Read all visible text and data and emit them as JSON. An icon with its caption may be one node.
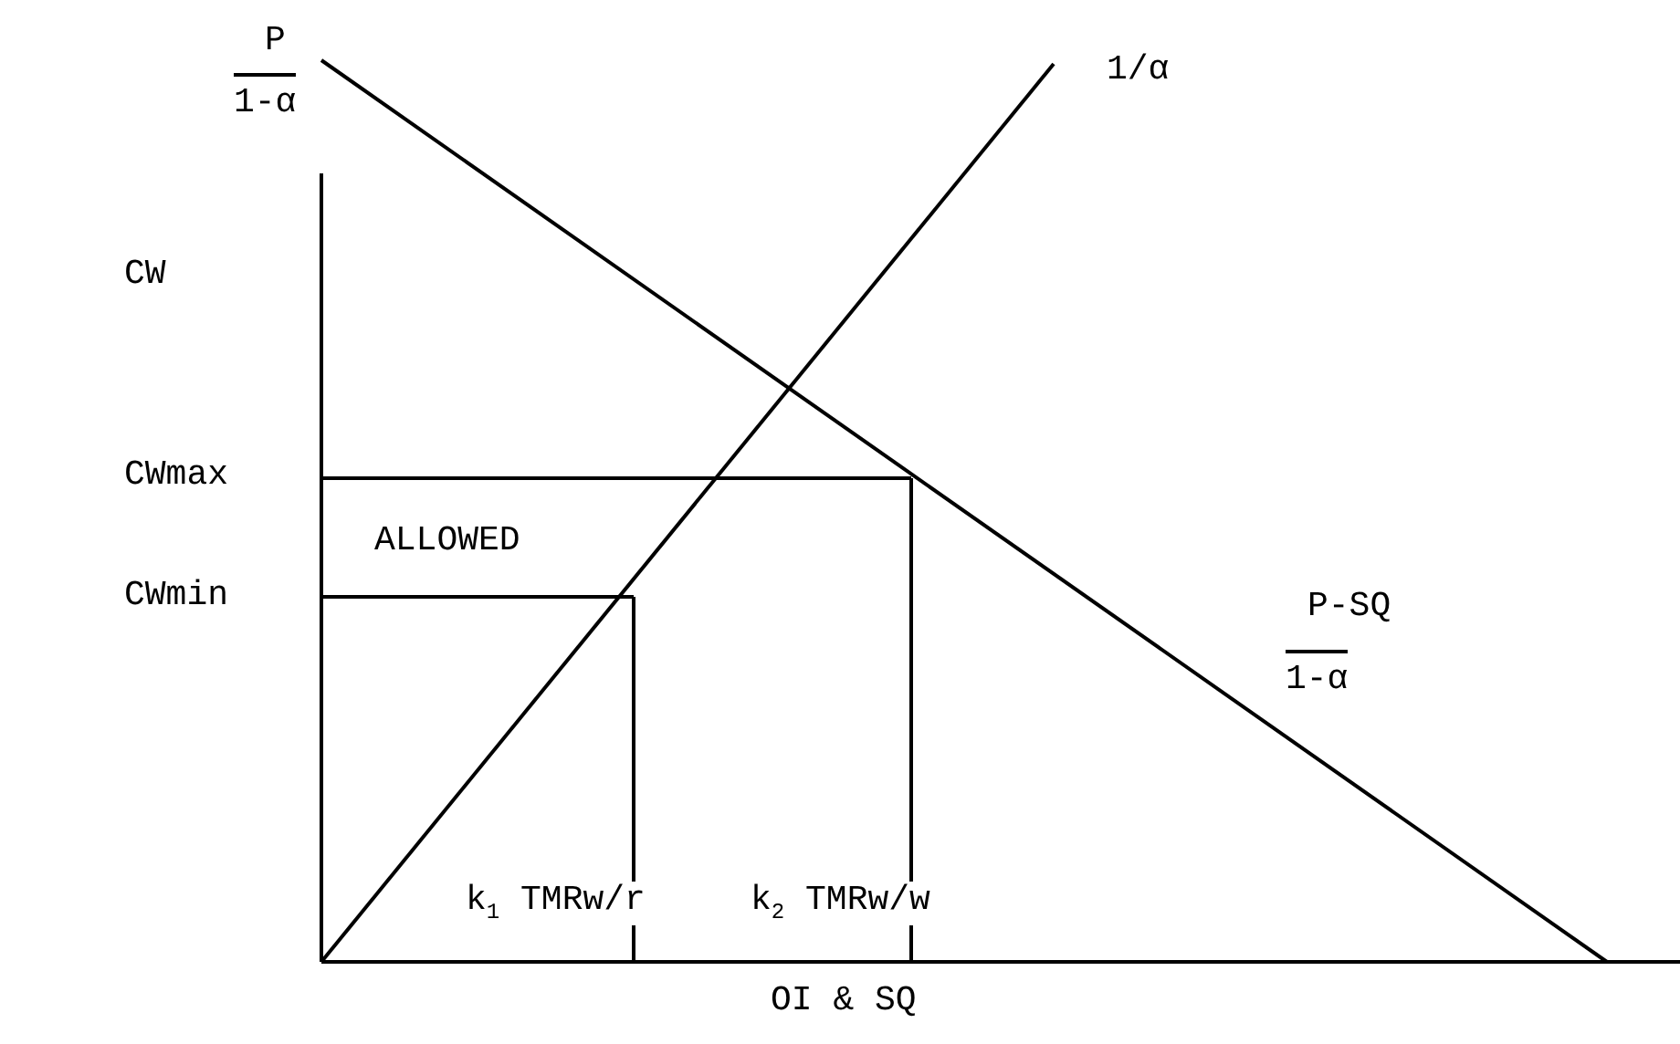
{
  "diagram": {
    "labels": [
      "P",
      "1-α",
      "1/α",
      "CW",
      "CWmax",
      "ALLOWED",
      "CWmin",
      "P-SQ",
      "1-α",
      "k$_{1}$ TMRw/r",
      "k$_{2}$ TMRw/w",
      "OI & SQ"
    ]
  }
}
